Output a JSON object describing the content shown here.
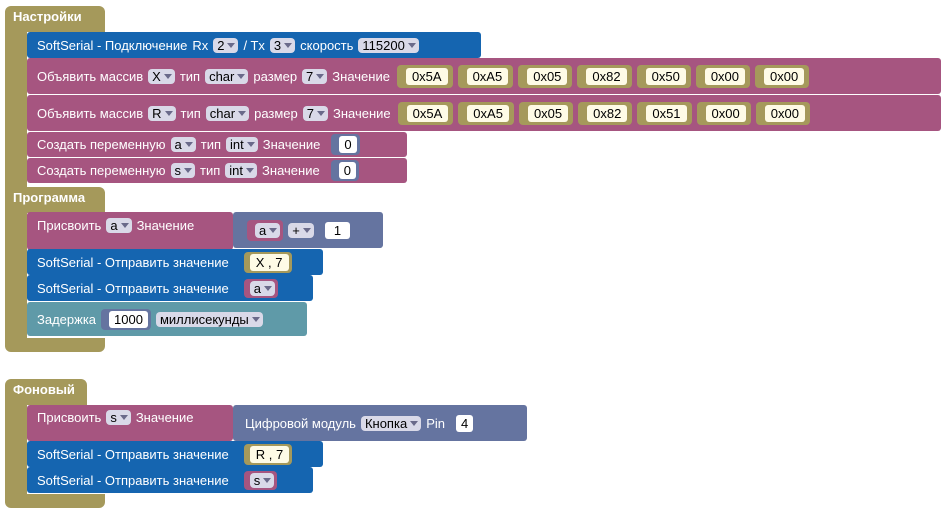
{
  "setup": {
    "title": "Настройки",
    "softserial": {
      "label": "SoftSerial - Подключение",
      "rx_label": "Rx",
      "rx_value": "2",
      "tx_label": "/ Tx",
      "tx_value": "3",
      "speed_label": "скорость",
      "speed_value": "115200"
    },
    "arrays": [
      {
        "label": "Объявить массив",
        "name": "X",
        "type_label": "тип",
        "type": "char",
        "size_label": "размер",
        "size": "7",
        "value_label": "Значение",
        "values": [
          "0x5A",
          "0xA5",
          "0x05",
          "0x82",
          "0x50",
          "0x00",
          "0x00"
        ]
      },
      {
        "label": "Объявить массив",
        "name": "R",
        "type_label": "тип",
        "type": "char",
        "size_label": "размер",
        "size": "7",
        "value_label": "Значение",
        "values": [
          "0x5A",
          "0xA5",
          "0x05",
          "0x82",
          "0x51",
          "0x00",
          "0x00"
        ]
      }
    ],
    "vars": [
      {
        "label": "Создать переменную",
        "name": "a",
        "type_label": "тип",
        "type": "int",
        "value_label": "Значение",
        "value": "0"
      },
      {
        "label": "Создать переменную",
        "name": "s",
        "type_label": "тип",
        "type": "int",
        "value_label": "Значение",
        "value": "0"
      }
    ]
  },
  "program": {
    "title": "Программа",
    "assign": {
      "label": "Присвоить",
      "var": "a",
      "value_label": "Значение",
      "operand": "a",
      "op": "+",
      "number": "1"
    },
    "send1": {
      "label": "SoftSerial - Отправить значение",
      "value": "X , 7"
    },
    "send2": {
      "label": "SoftSerial - Отправить значение",
      "value": "a"
    },
    "delay": {
      "label": "Задержка",
      "value": "1000",
      "unit": "миллисекунды"
    }
  },
  "background": {
    "title": "Фоновый",
    "assign": {
      "label": "Присвоить",
      "var": "s",
      "value_label": "Значение",
      "module_label": "Цифровой модуль",
      "module": "Кнопка",
      "pin_label": "Pin",
      "pin": "4"
    },
    "send1": {
      "label": "SoftSerial - Отправить значение",
      "value": "R , 7"
    },
    "send2": {
      "label": "SoftSerial - Отправить значение",
      "value": "s"
    }
  },
  "colors": {
    "olive": "#a5995b",
    "blue": "#1565b0",
    "purple": "#a65580",
    "teal": "#5f9aa8",
    "slate": "#6574a0"
  }
}
